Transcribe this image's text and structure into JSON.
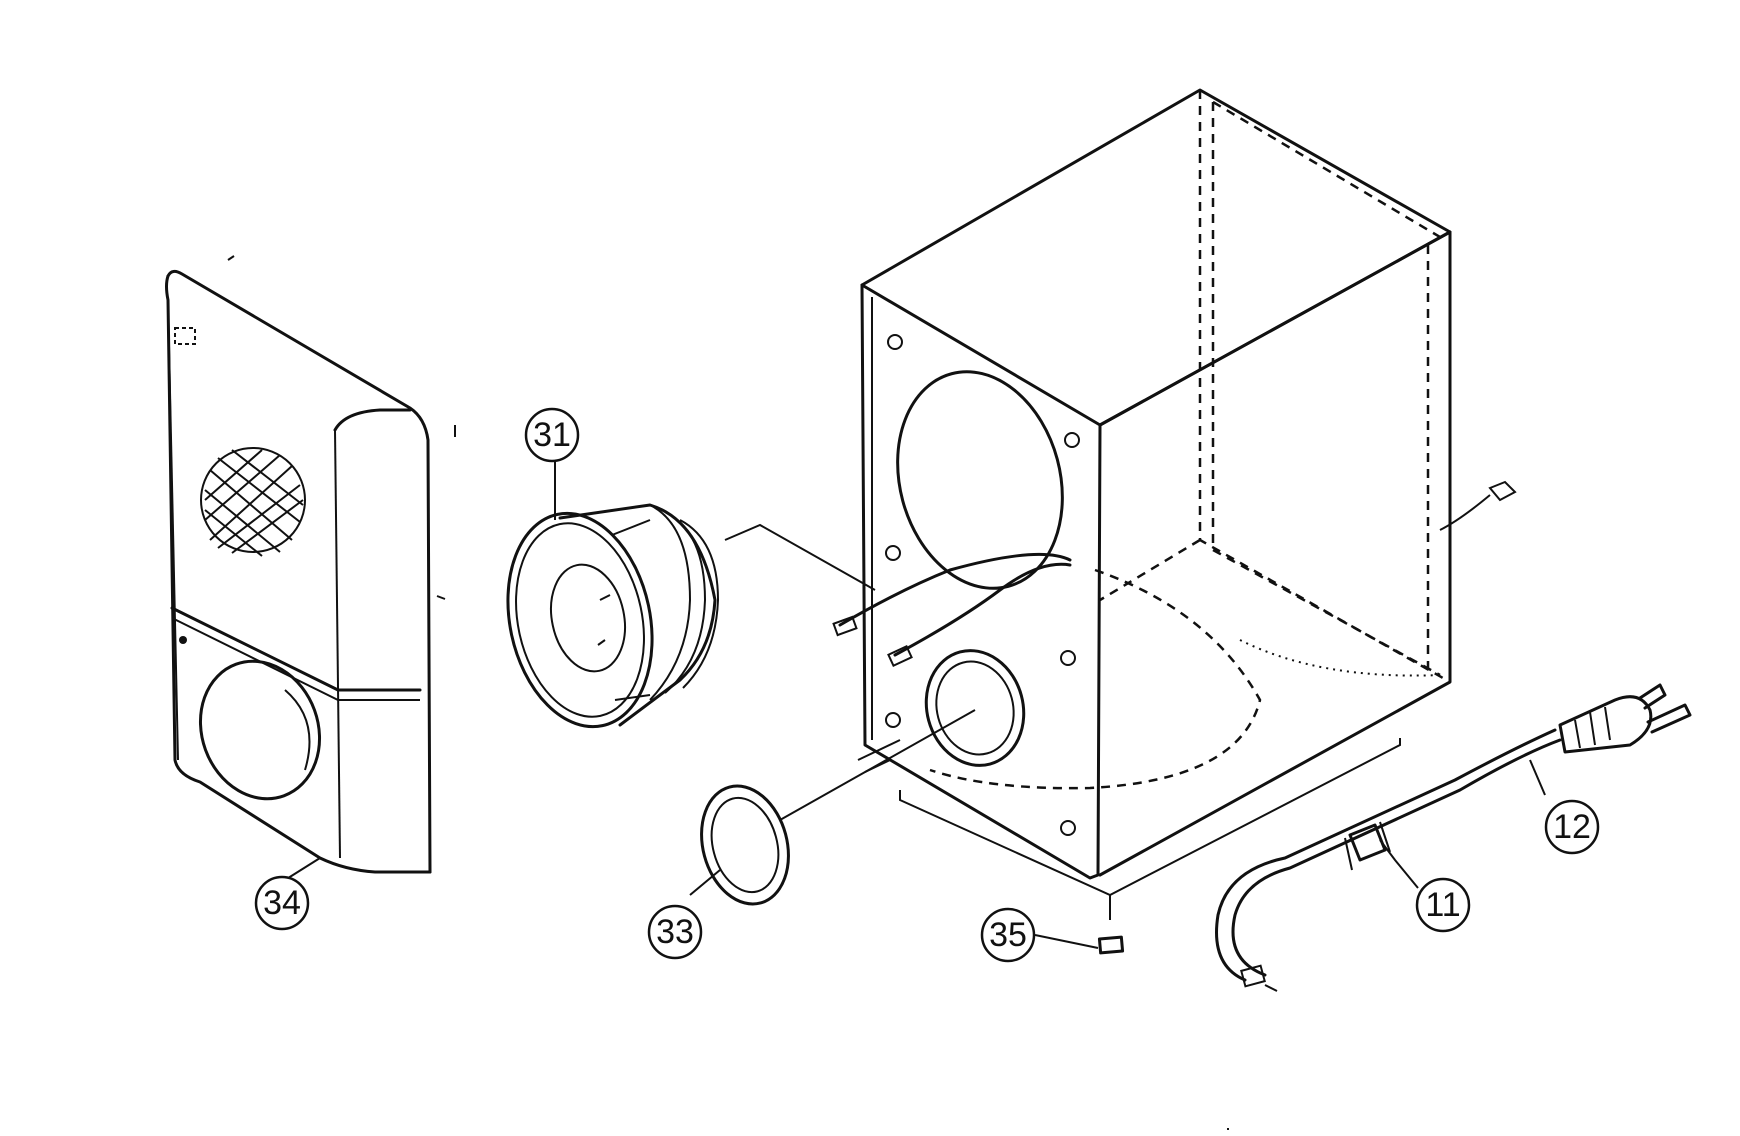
{
  "callouts": {
    "p31": "31",
    "p34": "34",
    "p33": "33",
    "p35": "35",
    "p11": "11",
    "p12": "12"
  }
}
